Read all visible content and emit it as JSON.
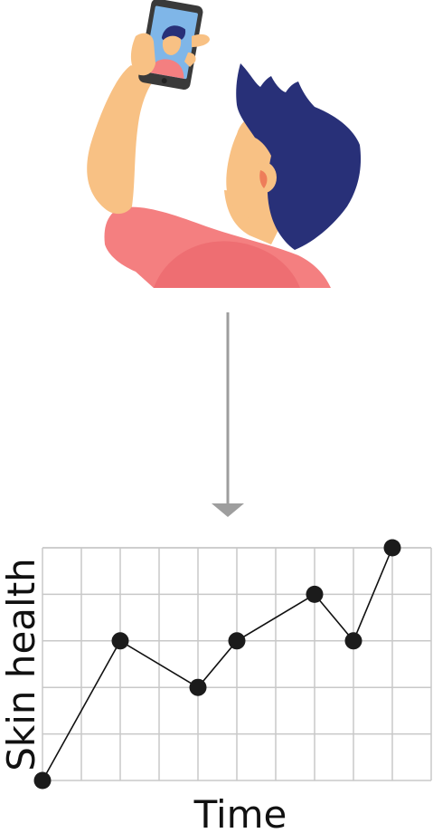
{
  "illustration": {
    "subject": "person taking selfie with phone",
    "colors": {
      "skin": "#F8C184",
      "shirt": "#F47F80",
      "shirt_shadow": "#EE6E72",
      "hair": "#283078",
      "phone_body": "#3A3A3A",
      "phone_screen": "#7FB6E8",
      "ear_inner": "#EE7D5A"
    }
  },
  "arrow": {
    "direction": "down",
    "color": "#9E9E9E"
  },
  "chart_data": {
    "type": "line",
    "xlabel": "Time",
    "ylabel": "Skin health",
    "x": [
      0,
      2,
      4,
      5,
      7,
      8,
      9
    ],
    "y": [
      0,
      3,
      2,
      3,
      4,
      3,
      5
    ],
    "xlim": [
      0,
      10
    ],
    "ylim": [
      0,
      5
    ],
    "grid": true,
    "line_color": "#111111",
    "marker_color": "#1B1B1B",
    "grid_color": "#C8C8C8"
  }
}
